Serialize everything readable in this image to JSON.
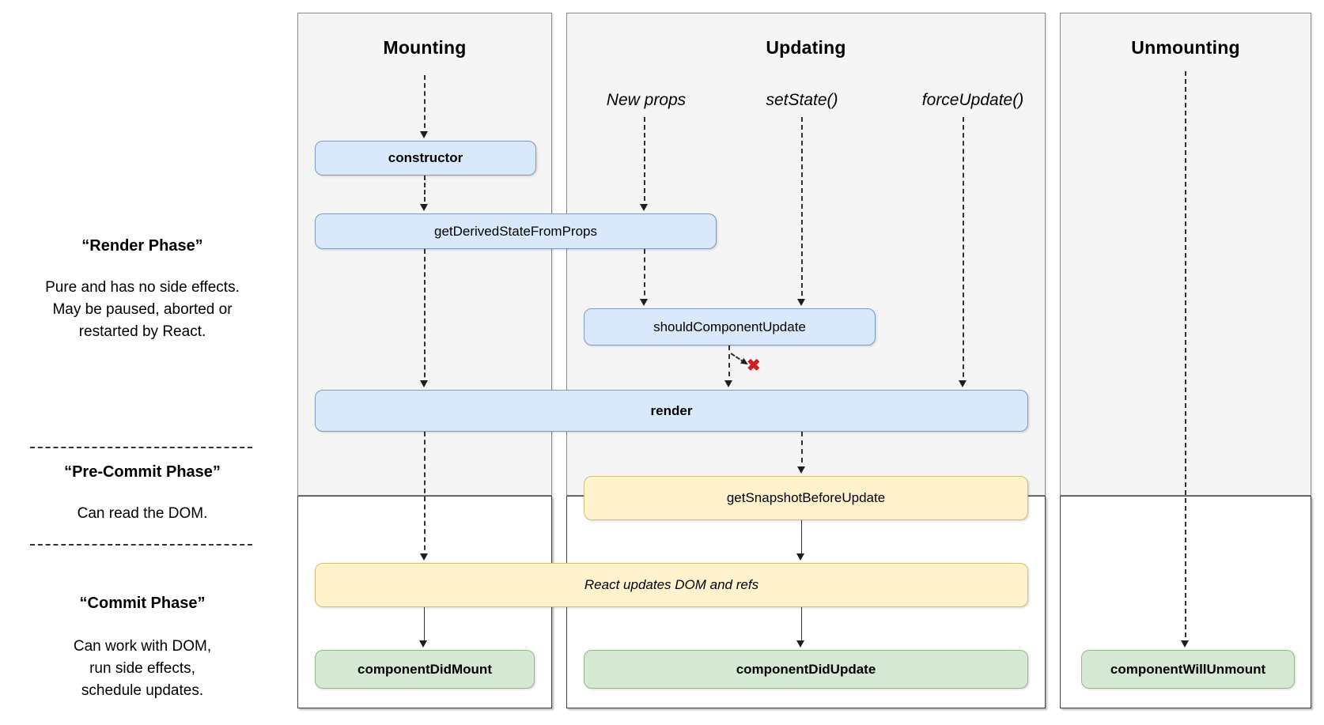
{
  "columns": {
    "mounting": {
      "title": "Mounting"
    },
    "updating": {
      "title": "Updating",
      "triggers": {
        "new_props": "New props",
        "set_state": "setState()",
        "force_update": "forceUpdate()"
      }
    },
    "unmounting": {
      "title": "Unmounting"
    }
  },
  "phases": {
    "render": {
      "title": "“Render Phase”",
      "lines": [
        "Pure and has no side effects.",
        "May be paused, aborted or",
        "restarted by React."
      ]
    },
    "pre_commit": {
      "title": "“Pre-Commit Phase”",
      "lines": [
        "Can read the DOM."
      ]
    },
    "commit": {
      "title": "“Commit Phase”",
      "lines": [
        "Can work with DOM,",
        "run side effects,",
        "schedule updates."
      ]
    }
  },
  "nodes": {
    "constructor": "constructor",
    "get_derived_state_from_props": "getDerivedStateFromProps",
    "should_component_update": "shouldComponentUpdate",
    "render": "render",
    "get_snapshot_before_update": "getSnapshotBeforeUpdate",
    "react_updates_dom": "React updates DOM and refs",
    "component_did_mount": "componentDidMount",
    "component_did_update": "componentDidUpdate",
    "component_will_unmount": "componentWillUnmount"
  },
  "icons": {
    "reject_x": "✖"
  },
  "colors": {
    "phase_background": "#f5f5f5",
    "lifecycle_box_fill": "#dae8fc",
    "lifecycle_box_border": "#7e9cc0",
    "side_effect_box_fill": "#fff2cc",
    "side_effect_box_border": "#d8bd74",
    "commit_box_fill": "#d5e8d4",
    "commit_box_border": "#94b98a",
    "reject_x_color": "#cc1f1f"
  }
}
